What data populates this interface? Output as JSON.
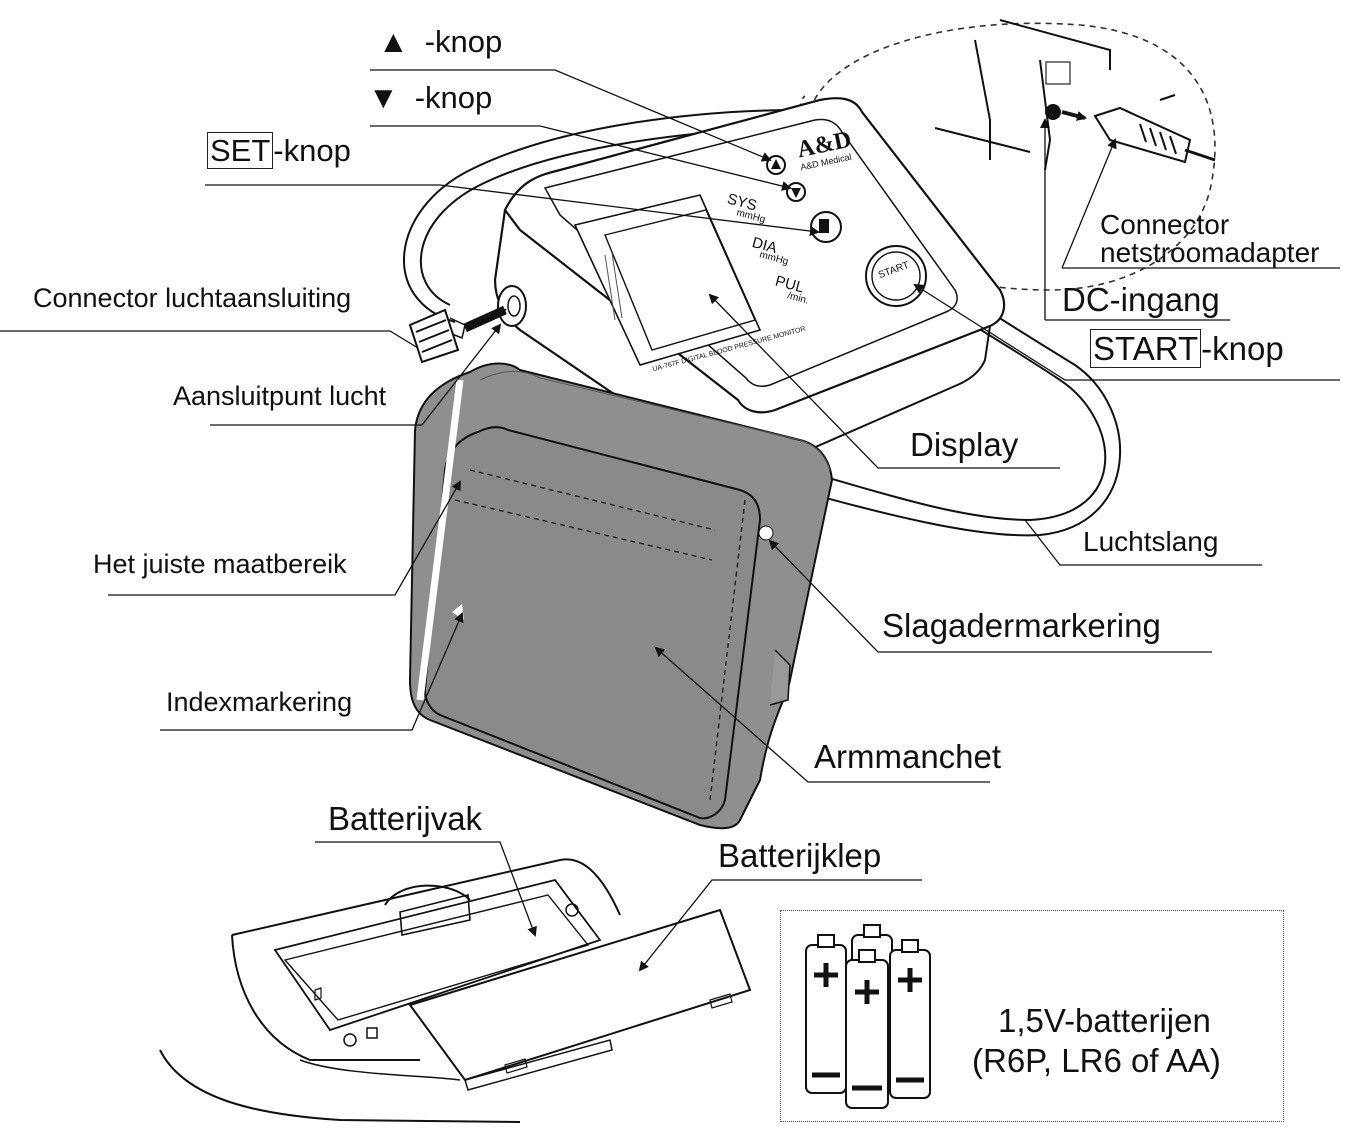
{
  "labels": {
    "up_icon": "▲",
    "up_suffix": "-knop",
    "down_icon": "▼",
    "down_suffix": "-knop",
    "set_boxed": "SET",
    "set_suffix": "-knop",
    "air_connector": "Connector luchtaansluiting",
    "air_jack": "Aansluitpunt lucht",
    "correct_range": "Het juiste maatbereik",
    "index_mark": "Indexmarkering",
    "battery_compartment": "Batterijvak",
    "battery_cover": "Batterijklep",
    "adapter_connector_1": "Connector",
    "adapter_connector_2": "netstroomadapter",
    "dc_input": "DC-ingang",
    "start_boxed": "START",
    "start_suffix": "-knop",
    "display": "Display",
    "air_hose": "Luchtslang",
    "artery_mark": "Slagadermarkering",
    "arm_cuff": "Armmanchet",
    "batteries_1": "1,5V-batterijen",
    "batteries_2": "(R6P, LR6 of AA)"
  },
  "device": {
    "brand": "A&D",
    "brand_sub": "A&D Medical",
    "sys": "SYS",
    "sys_unit": "mmHg",
    "dia": "DIA",
    "dia_unit": "mmHg",
    "pul": "PUL",
    "pul_unit": "/min.",
    "model_text": "UA-767F DIGITAL BLOOD PRESSURE MONITOR",
    "start_button": "START"
  },
  "colors": {
    "cuff": "#8f8f8f",
    "cuff_dark": "#707070",
    "line": "#111111"
  }
}
